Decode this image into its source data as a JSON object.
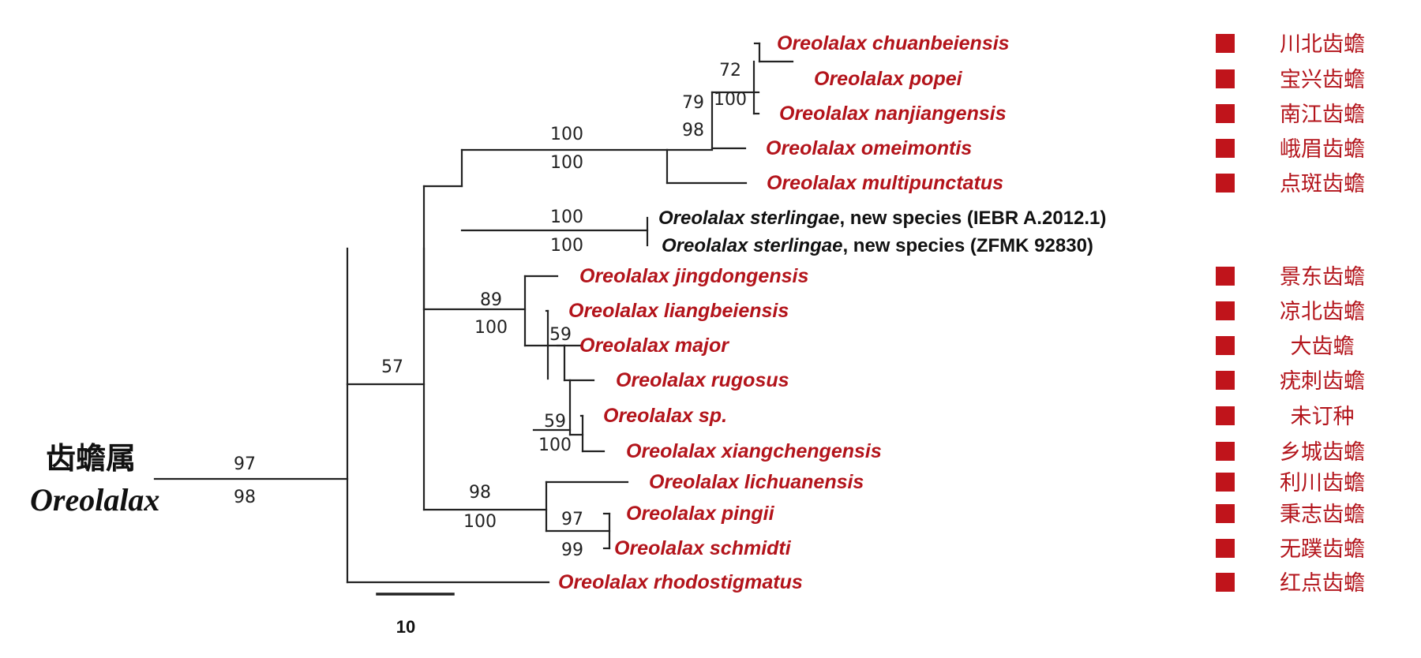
{
  "genus": {
    "chinese": "齿蟾属",
    "latin": "Oreolalax"
  },
  "colors": {
    "highlight": "#b3141b",
    "marker": "#c0141b",
    "branch": "#222222"
  },
  "scale_bar": {
    "label": "10"
  },
  "taxa": [
    {
      "id": "chuanbeiensis",
      "latin": "Oreolalax  chuanbeiensis",
      "chinese": "川北齿蟾",
      "highlight": true
    },
    {
      "id": "popei",
      "latin": "Oreolalax  popei",
      "chinese": "宝兴齿蟾",
      "highlight": true
    },
    {
      "id": "nanjiangensis",
      "latin": "Oreolalax  nanjiangensis",
      "chinese": "南江齿蟾",
      "highlight": true
    },
    {
      "id": "omeimontis",
      "latin": "Oreolalax  omeimontis",
      "chinese": "峨眉齿蟾",
      "highlight": true
    },
    {
      "id": "multipunctatus",
      "latin": "Oreolalax  multipunctatus",
      "chinese": "点斑齿蟾",
      "highlight": true
    },
    {
      "id": "sterlingae-1",
      "latin": "Oreolalax sterlingae",
      "suffix": ", new species (IEBR A.2012.1)",
      "highlight": false
    },
    {
      "id": "sterlingae-2",
      "latin": "Oreolalax sterlingae",
      "suffix": ", new species (ZFMK 92830)",
      "highlight": false
    },
    {
      "id": "jingdongensis",
      "latin": "Oreolalax  jingdongensis",
      "chinese": "景东齿蟾",
      "highlight": true
    },
    {
      "id": "liangbeiensis",
      "latin": "Oreolalax  liangbeiensis",
      "chinese": "凉北齿蟾",
      "highlight": true
    },
    {
      "id": "major",
      "latin": "Oreolalax  major",
      "chinese": "大齿蟾",
      "highlight": true
    },
    {
      "id": "rugosus",
      "latin": "Oreolalax  rugosus",
      "chinese": "疣刺齿蟾",
      "highlight": true
    },
    {
      "id": "sp",
      "latin": "Oreolalax  sp.",
      "chinese": "未订种",
      "highlight": true
    },
    {
      "id": "xiangchengensis",
      "latin": "Oreolalax  xiangchengensis",
      "chinese": "乡城齿蟾",
      "highlight": true
    },
    {
      "id": "lichuanensis",
      "latin": "Oreolalax  lichuanensis",
      "chinese": "利川齿蟾",
      "highlight": true
    },
    {
      "id": "pingii",
      "latin": "Oreolalax  pingii",
      "chinese": "秉志齿蟾",
      "highlight": true
    },
    {
      "id": "schmidti",
      "latin": "Oreolalax  schmidti",
      "chinese": "无蹼齿蟾",
      "highlight": true
    },
    {
      "id": "rhodostigmatus",
      "latin": "Oreolalax  rhodostigmatus",
      "chinese": "红点齿蟾",
      "highlight": true
    }
  ],
  "support_values": [
    {
      "node": "root",
      "upper": "97",
      "lower": "98"
    },
    {
      "node": "ingroup",
      "upper": "57",
      "lower": ""
    },
    {
      "node": "north-clade",
      "upper": "100",
      "lower": "100"
    },
    {
      "node": "sterlingae",
      "upper": "100",
      "lower": "100"
    },
    {
      "node": "chuanbeiensis-popei-nanjiangensis-omeimontis",
      "upper": "79",
      "lower": "98"
    },
    {
      "node": "chuanbeiensis-popei-nanjiangensis",
      "upper": "72",
      "lower": "100"
    },
    {
      "node": "jingdongensis-group",
      "upper": "89",
      "lower": "100"
    },
    {
      "node": "major-group",
      "upper": "59",
      "lower": ""
    },
    {
      "node": "sp-xiangchengensis",
      "upper": "59",
      "lower": "100"
    },
    {
      "node": "lichuanensis-group",
      "upper": "98",
      "lower": "100"
    },
    {
      "node": "pingii-schmidti",
      "upper": "97",
      "lower": "99"
    }
  ]
}
